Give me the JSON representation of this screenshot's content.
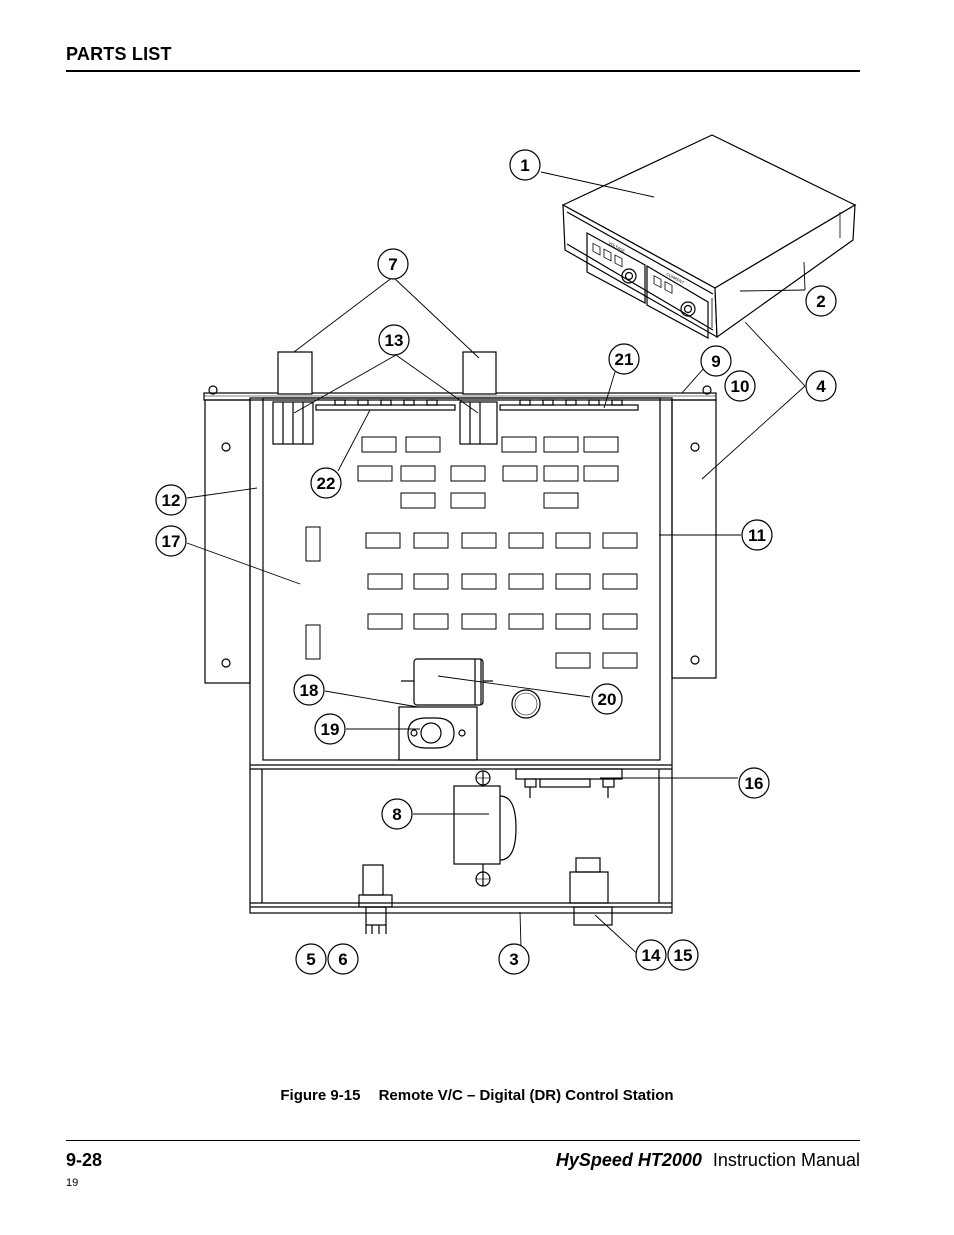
{
  "header": {
    "title": "PARTS LIST"
  },
  "figure": {
    "number": "Figure 9-15",
    "title": "Remote V/C – Digital (DR) Control Station"
  },
  "footer": {
    "page_number": "9-28",
    "brand": "HySpeed HT2000",
    "manual_label": "Instruction Manual",
    "small_number": "19"
  },
  "device_labels": {
    "front_left": "VOLTAGE",
    "front_right": "CURRENT"
  },
  "callouts": [
    {
      "id": "1",
      "label": "1"
    },
    {
      "id": "2",
      "label": "2"
    },
    {
      "id": "3",
      "label": "3"
    },
    {
      "id": "4",
      "label": "4"
    },
    {
      "id": "5",
      "label": "5"
    },
    {
      "id": "6",
      "label": "6"
    },
    {
      "id": "7",
      "label": "7"
    },
    {
      "id": "8",
      "label": "8"
    },
    {
      "id": "9",
      "label": "9"
    },
    {
      "id": "10",
      "label": "10"
    },
    {
      "id": "11",
      "label": "11"
    },
    {
      "id": "12",
      "label": "12"
    },
    {
      "id": "13",
      "label": "13"
    },
    {
      "id": "14",
      "label": "14"
    },
    {
      "id": "15",
      "label": "15"
    },
    {
      "id": "16",
      "label": "16"
    },
    {
      "id": "17",
      "label": "17"
    },
    {
      "id": "18",
      "label": "18"
    },
    {
      "id": "19",
      "label": "19"
    },
    {
      "id": "20",
      "label": "20"
    },
    {
      "id": "21",
      "label": "21"
    },
    {
      "id": "22",
      "label": "22"
    }
  ]
}
